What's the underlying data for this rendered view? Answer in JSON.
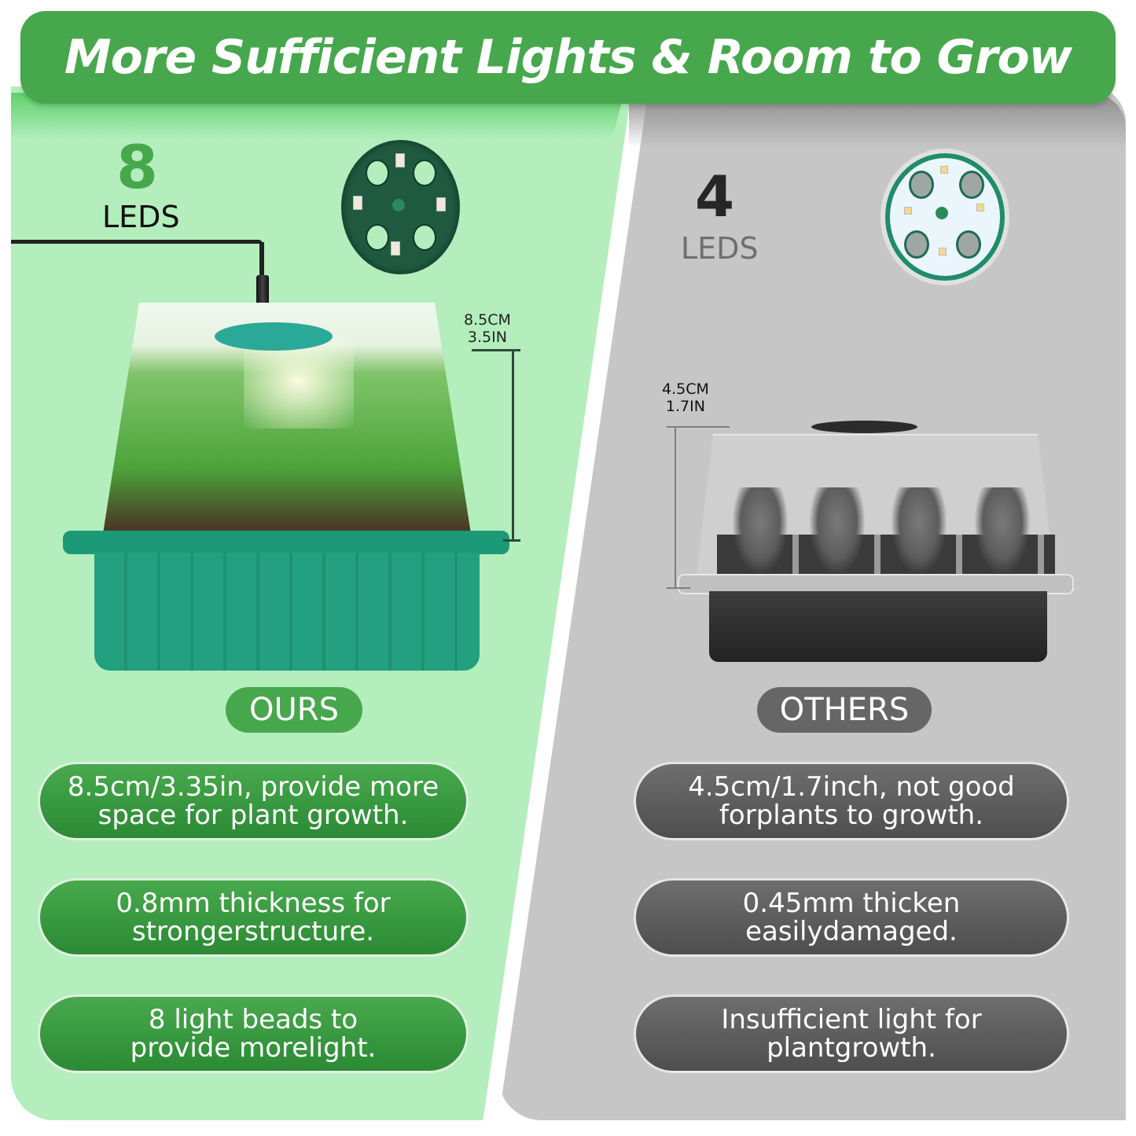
{
  "title": "More Sufficient Lights & Room to Grow",
  "colors": {
    "brand_green": "#47a74d",
    "ours_panel": "#b3eebc",
    "others_panel": "#c6c6c6",
    "others_badge": "#666666"
  },
  "ours": {
    "led_count": "8",
    "led_label": "LEDS",
    "height_cm": "8.5CM",
    "height_in": "3.5IN",
    "badge": "OURS",
    "features": [
      "8.5cm/3.35in, provide more\nspace for plant growth.",
      "0.8mm thickness for\nstrongerstructure.",
      "8 light beads to\nprovide morelight."
    ]
  },
  "others": {
    "led_count": "4",
    "led_label": "LEDS",
    "height_cm": "4.5CM",
    "height_in": "1.7IN",
    "badge": "OTHERS",
    "features": [
      "4.5cm/1.7inch, not good\nforplants to growth.",
      "0.45mm thicken\neasilydamaged.",
      "Insufficient light for\nplantgrowth."
    ]
  },
  "icons": {
    "ours_disc": "led-disc-8-icon",
    "others_disc": "led-disc-4-icon",
    "ours_tray": "seed-tray-with-plants",
    "others_tray": "seed-tray-small-plants"
  }
}
